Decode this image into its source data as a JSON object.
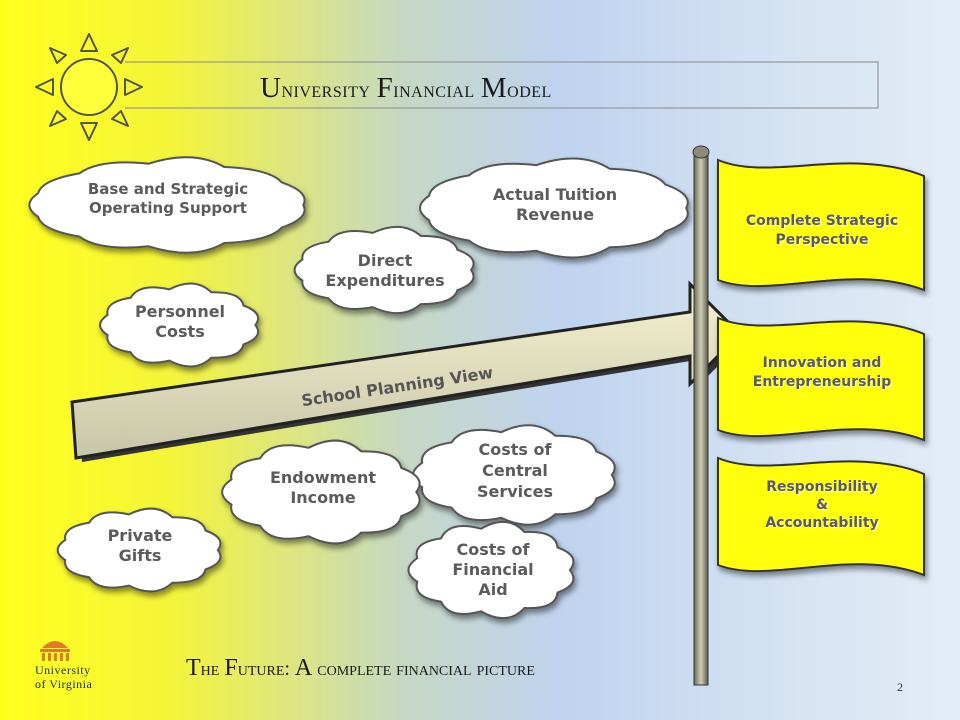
{
  "title": {
    "cap1": "U",
    "rest1": "niversity ",
    "cap2": "F",
    "rest2": "inancial ",
    "cap3": "M",
    "rest3": "odel"
  },
  "subtitle": {
    "cap1": "T",
    "rest1": "he ",
    "cap2": "F",
    "rest2": "uture: ",
    "cap3": "A",
    "rest3": " complete financial picture"
  },
  "clouds": [
    {
      "id": "base",
      "label": "Base and Strategic\nOperating Support"
    },
    {
      "id": "tuition",
      "label": "Actual Tuition\nRevenue"
    },
    {
      "id": "direct",
      "label": "Direct\nExpenditures"
    },
    {
      "id": "personnel",
      "label": "Personnel\nCosts"
    },
    {
      "id": "central",
      "label": "Costs of\nCentral\nServices"
    },
    {
      "id": "endowment",
      "label": "Endowment\nIncome"
    },
    {
      "id": "gifts",
      "label": "Private\nGifts"
    },
    {
      "id": "aid",
      "label": "Costs of\nFinancial\nAid"
    }
  ],
  "arrow": {
    "label": "School Planning View"
  },
  "flags": [
    {
      "label": "Complete Strategic\nPerspective"
    },
    {
      "label": "Innovation and\nEntrepreneurship"
    },
    {
      "label": "Responsibility\n&\nAccountability"
    }
  ],
  "logo": {
    "line1": "University",
    "line2": "of Virginia"
  },
  "page_number": "2",
  "colors": {
    "sun": "#ffff3a",
    "flag": "#ffff0a",
    "cloud": "#ffffff",
    "text": "#5b5b5b"
  }
}
